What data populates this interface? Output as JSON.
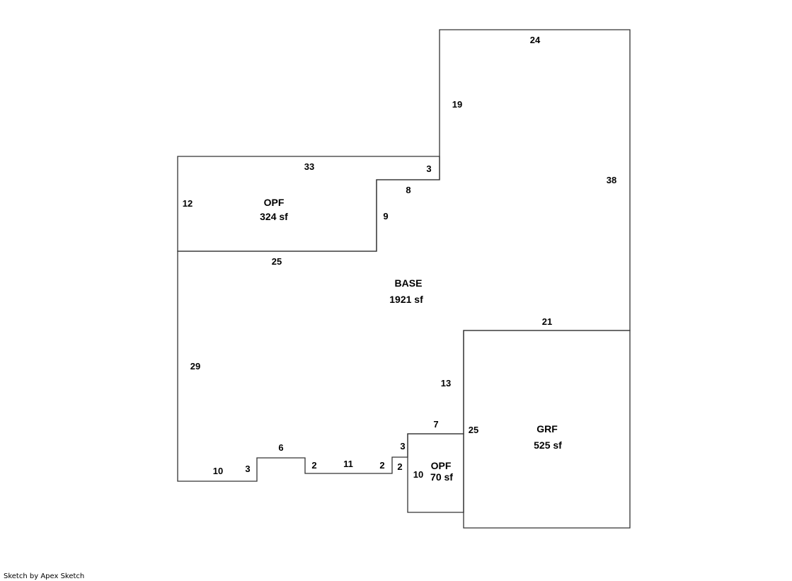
{
  "areas": {
    "base": {
      "name": "BASE",
      "size": "1921 sf"
    },
    "opf_large": {
      "name": "OPF",
      "size": "324 sf"
    },
    "grf": {
      "name": "GRF",
      "size": "525 sf"
    },
    "opf_small": {
      "name": "OPF",
      "size": "70 sf"
    }
  },
  "dimensions": {
    "d24": "24",
    "d19": "19",
    "d38": "38",
    "d33": "33",
    "d3a": "3",
    "d8": "8",
    "d12": "12",
    "d9": "9",
    "d25a": "25",
    "d21": "21",
    "d29": "29",
    "d13": "13",
    "d7": "7",
    "d25b": "25",
    "d6": "6",
    "d3b": "3",
    "d10a": "10",
    "d3c": "3",
    "d2a": "2",
    "d11": "11",
    "d2b": "2",
    "d2c": "2",
    "d10b": "10"
  },
  "footer": "Sketch by Apex Sketch"
}
